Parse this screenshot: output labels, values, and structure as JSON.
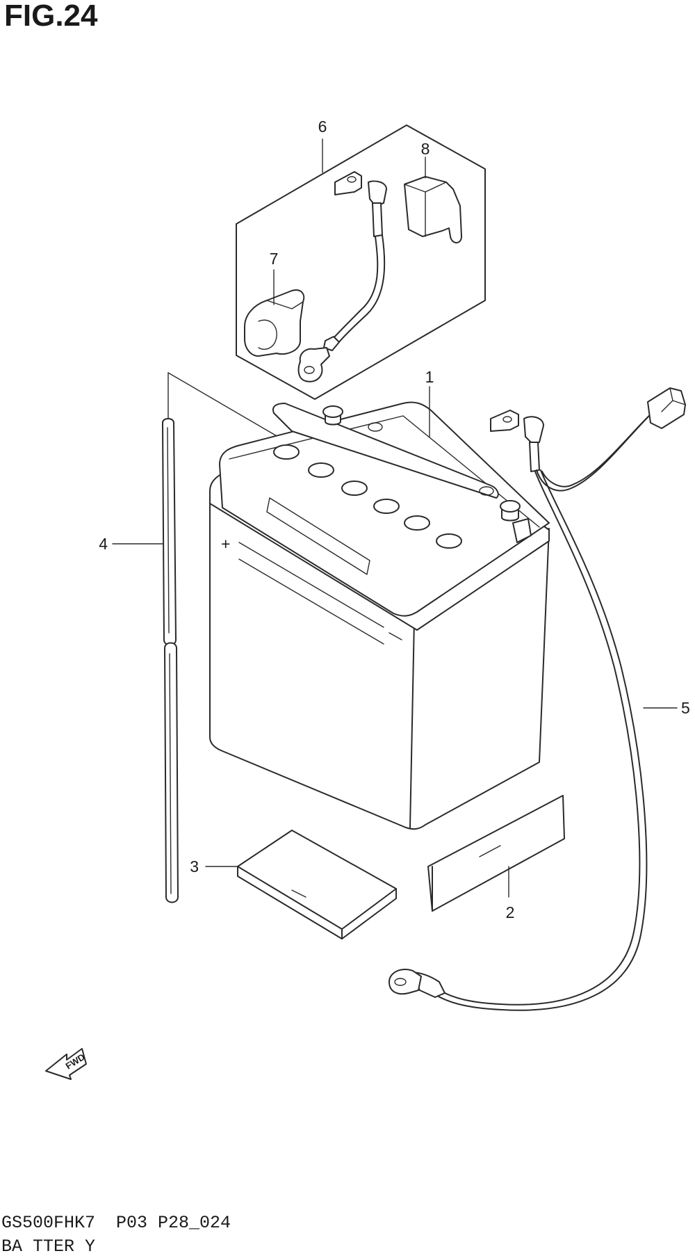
{
  "figure": {
    "title": "FIG.24",
    "model_code": "GS500FHK7  P03 P28_024",
    "caption": "BA TTER Y",
    "direction_mark": "FWD"
  },
  "callouts": [
    {
      "id": "1",
      "part": "battery"
    },
    {
      "id": "2",
      "part": "pad"
    },
    {
      "id": "3",
      "part": "pad"
    },
    {
      "id": "4",
      "part": "breather-hose"
    },
    {
      "id": "5",
      "part": "negative-lead-wire"
    },
    {
      "id": "6",
      "part": "positive-lead-wire-set"
    },
    {
      "id": "7",
      "part": "terminal-cover"
    },
    {
      "id": "8",
      "part": "terminal-cover"
    }
  ]
}
